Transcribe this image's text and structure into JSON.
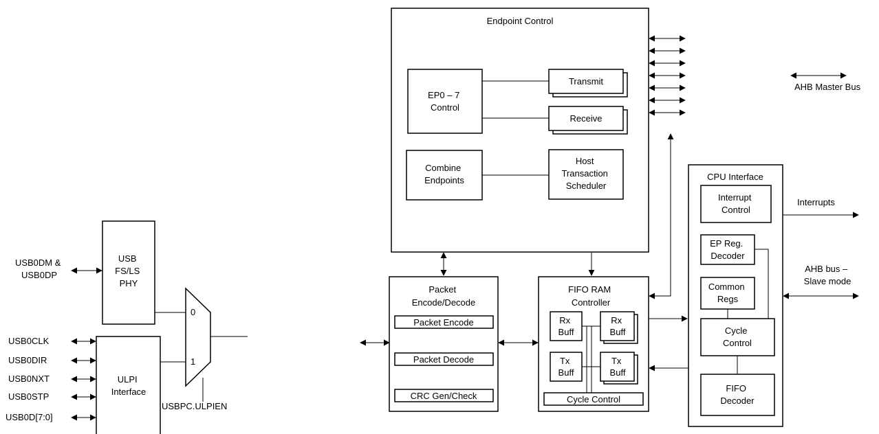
{
  "legend": {
    "ahb_master_bus": "AHB Master Bus"
  },
  "endpoint_control": {
    "title": "Endpoint Control",
    "ep_control": [
      "EP0 – 7",
      "Control"
    ],
    "transmit": "Transmit",
    "receive": "Receive",
    "combine": [
      "Combine",
      "Endpoints"
    ],
    "scheduler": [
      "Host",
      "Transaction",
      "Scheduler"
    ]
  },
  "phy": {
    "signal_left": [
      "USB0DM &",
      "USB0DP"
    ],
    "usb_phy": [
      "USB",
      "FS/LS",
      "PHY"
    ],
    "ulpi": [
      "ULPI",
      "Interface"
    ],
    "ulpi_signals": [
      "USB0CLK",
      "USB0DIR",
      "USB0NXT",
      "USB0STP",
      "USB0D[7:0]"
    ],
    "mux_input_0": "0",
    "mux_input_1": "1",
    "mux_select": "USBPC.ULPIEN"
  },
  "packet": {
    "title": [
      "Packet",
      "Encode/Decode"
    ],
    "encode": "Packet Encode",
    "decode": "Packet Decode",
    "crc": "CRC Gen/Check"
  },
  "fifo_ram": {
    "title": [
      "FIFO RAM",
      "Controller"
    ],
    "rx_buff": [
      "Rx",
      "Buff"
    ],
    "tx_buff": [
      "Tx",
      "Buff"
    ],
    "cycle": "Cycle Control"
  },
  "cpu": {
    "title": "CPU Interface",
    "interrupt": [
      "Interrupt",
      "Control"
    ],
    "ep_reg": [
      "EP Reg.",
      "Decoder"
    ],
    "common": [
      "Common",
      "Regs"
    ],
    "cycle": [
      "Cycle",
      "Control"
    ],
    "fifo_decoder": [
      "FIFO",
      "Decoder"
    ],
    "interrupts_out": "Interrupts",
    "ahb_slave": [
      "AHB bus –",
      "Slave mode"
    ]
  }
}
